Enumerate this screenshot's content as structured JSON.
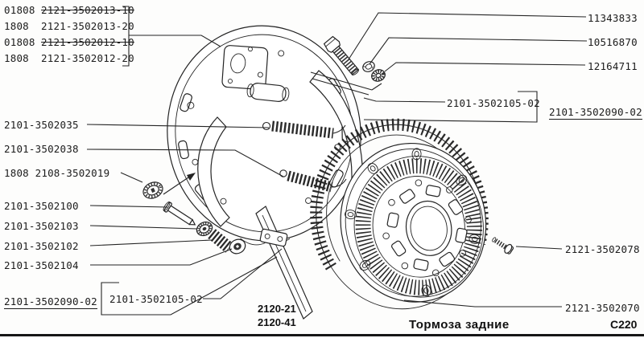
{
  "catalog_box": {
    "rows": [
      {
        "prefix": "01808",
        "part": "2121-3502013-10",
        "struck": true
      },
      {
        "prefix": "1808",
        "part": "2121-3502013-20",
        "struck": false
      },
      {
        "prefix": "01808",
        "part": "2121-3502012-10",
        "struck": true
      },
      {
        "prefix": "1808",
        "part": "2121-3502012-20",
        "struck": false
      }
    ]
  },
  "callouts": {
    "bolt": "11343833",
    "lock_washer": "10516870",
    "nut": "12164711",
    "shoe_kit_right": "2101-3502105-02",
    "repair_kit_right": "2101-3502090-02",
    "upper_spring": "2101-3502035",
    "lower_spring": "2101-3502038",
    "plug": "1808 2108-3502019",
    "guide_pin": "2101-3502100",
    "pin_washer": "2101-3502103",
    "pin_spring": "2101-3502102",
    "pin_cup": "2101-3502104",
    "repair_kit_left": "2101-3502090-02",
    "shoe_kit_left": "2101-3502105-02",
    "adjuster_screw": "2121-3502078",
    "brake_drum": "2121-3502070"
  },
  "footer": {
    "model_line1": "2120-21",
    "model_line2": "2120-41",
    "title": "Тормоза задние",
    "page_code": "C220"
  },
  "colors": {
    "ink": "#242424",
    "background": "#fdfdfc"
  }
}
